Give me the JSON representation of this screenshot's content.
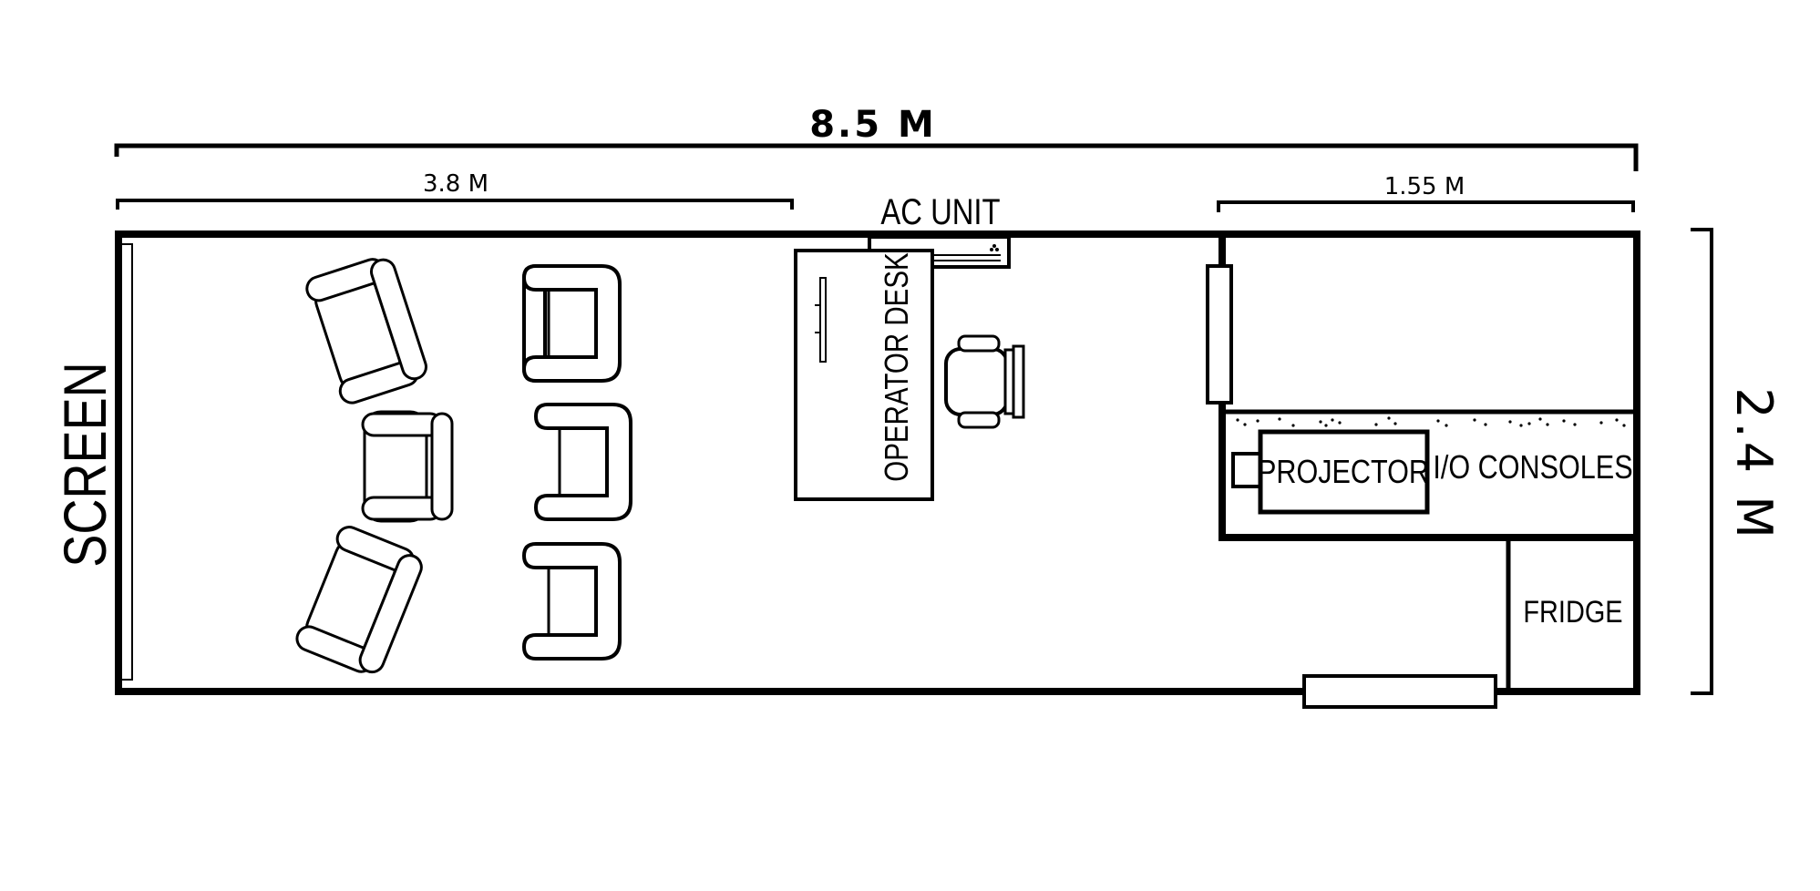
{
  "dimensions": {
    "total_length": "8.5 M",
    "seating_length": "3.8 M",
    "booth_length": "1.55 M",
    "width": "2.4 M"
  },
  "labels": {
    "screen": "SCREEN",
    "ac_unit": "AC UNIT",
    "operator_desk": "OPERATOR DESK",
    "projector": "PROJECTOR",
    "io_consoles": "I/O  CONSOLES",
    "fridge": "FRIDGE"
  },
  "colors": {
    "line": "#000000",
    "background": "#ffffff"
  }
}
